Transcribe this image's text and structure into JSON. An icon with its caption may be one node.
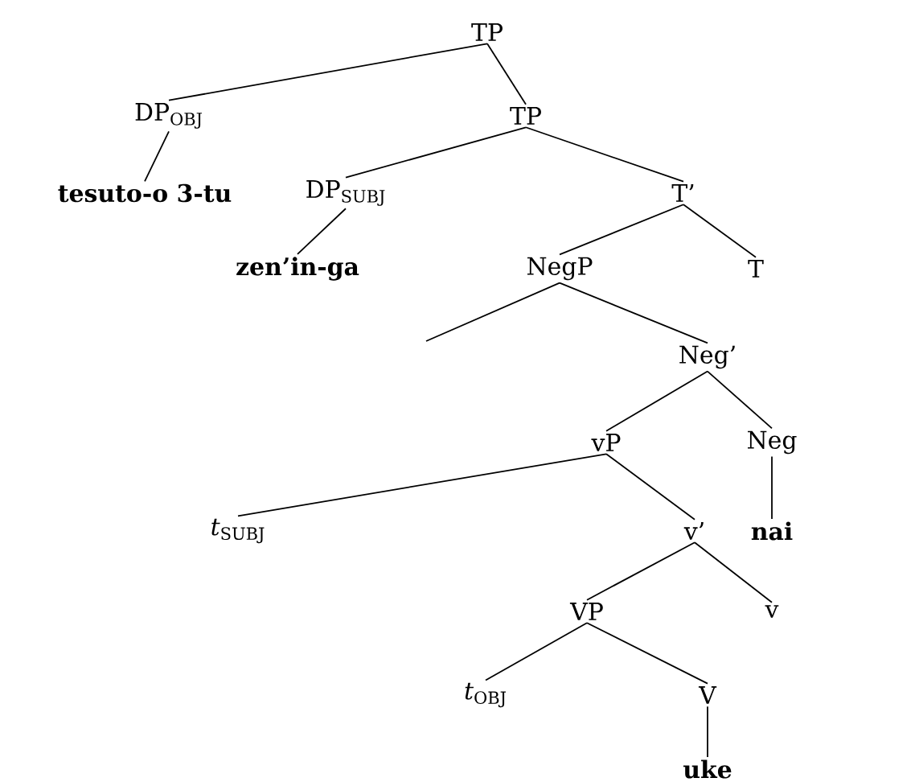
{
  "diagram": {
    "nodes": [
      {
        "text": [
          "TP"
        ]
      },
      {
        "text": [
          "DP$_{OBJ}$"
        ]
      },
      {
        "text": [
          "TP"
        ]
      },
      {
        "text": [
          "tesuto-o 3-tu"
        ]
      },
      {
        "text": [
          "DP$_{SUBJ}$"
        ]
      },
      {
        "text": [
          "T’"
        ]
      },
      {
        "text": [
          "zen’in-ga"
        ]
      },
      {
        "text": [
          "NegP"
        ]
      },
      {
        "text": [
          "T"
        ]
      },
      {
        "text": [
          "Neg’"
        ]
      },
      {
        "text": [
          "vP"
        ]
      },
      {
        "text": [
          "Neg"
        ]
      },
      {
        "text": [
          "*t*$_{SUBJ}$"
        ]
      },
      {
        "text": [
          "v’"
        ]
      },
      {
        "text": [
          "nai"
        ]
      },
      {
        "text": [
          "VP"
        ]
      },
      {
        "text": [
          "v"
        ]
      },
      {
        "text": [
          "*t*$_{OBJ}$"
        ]
      },
      {
        "text": [
          "V"
        ]
      },
      {
        "text": [
          "uke"
        ]
      }
    ],
    "edges": [
      {
        "from": 0,
        "to": 1,
        "arrow": "none"
      },
      {
        "from": 0,
        "to": 2,
        "arrow": "none"
      },
      {
        "from": 1,
        "to": 3,
        "arrow": "none"
      },
      {
        "from": 2,
        "to": 4,
        "arrow": "none"
      },
      {
        "from": 2,
        "to": 5,
        "arrow": "none"
      },
      {
        "from": 4,
        "to": 6,
        "arrow": "none"
      },
      {
        "from": 5,
        "to": 7,
        "arrow": "none"
      },
      {
        "from": 5,
        "to": 8,
        "arrow": "none"
      },
      {
        "from": 7,
        "to": null,
        "arrow": "none"
      },
      {
        "from": 7,
        "to": 9,
        "arrow": "none"
      },
      {
        "from": 9,
        "to": 10,
        "arrow": "none"
      },
      {
        "from": 9,
        "to": 11,
        "arrow": "none"
      },
      {
        "from": 10,
        "to": 12,
        "arrow": "none"
      },
      {
        "from": 10,
        "to": 13,
        "arrow": "none"
      },
      {
        "from": 11,
        "to": 14,
        "arrow": "none"
      },
      {
        "from": 13,
        "to": 15,
        "arrow": "none"
      },
      {
        "from": 13,
        "to": 16,
        "arrow": "none"
      },
      {
        "from": 15,
        "to": 17,
        "arrow": "none"
      },
      {
        "from": 15,
        "to": 18,
        "arrow": "none"
      },
      {
        "from": 18,
        "to": 19,
        "arrow": "none"
      }
    ]
  }
}
